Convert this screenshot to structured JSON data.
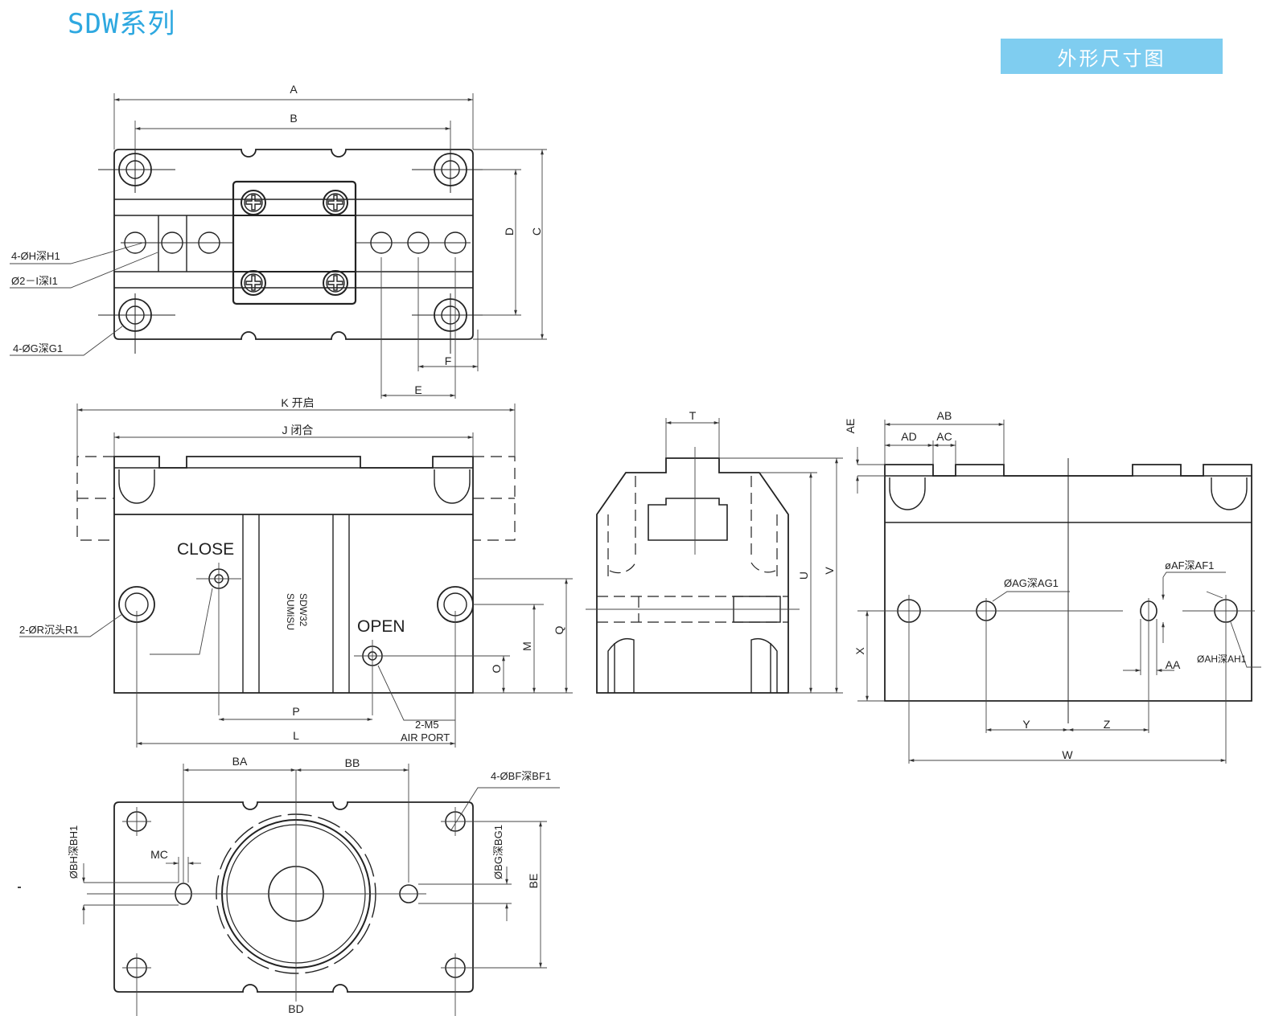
{
  "header": {
    "series": "SDW系列",
    "section": "外形尺寸图",
    "accent_color": "#2ea8e0",
    "banner_color": "#7fcdf0"
  },
  "top_view": {
    "dims": {
      "A": "A",
      "B": "B",
      "C": "C",
      "D": "D",
      "E": "E",
      "F": "F"
    },
    "callouts": {
      "h": "4-ØH深H1",
      "i": "Ø2－I深I1",
      "g": "4-ØG深G1"
    }
  },
  "front_view": {
    "dims": {
      "K": "K 开启",
      "J": "J 闭合",
      "P": "P",
      "L": "L",
      "M": "M",
      "Q": "Q",
      "O": "O"
    },
    "labels": {
      "close": "CLOSE",
      "open": "OPEN",
      "r": "2-ØR沉头R1",
      "port_1": "2-M5",
      "port_2": "AIR PORT",
      "engr_1": "SDW32",
      "engr_2": "SUMiSU"
    }
  },
  "side_view": {
    "dims": {
      "T": "T",
      "U": "U",
      "V": "V"
    },
    "t_color": "#2233cc"
  },
  "right_view": {
    "dims": {
      "AB": "AB",
      "AD": "AD",
      "AC": "AC",
      "AE": "AE",
      "X": "X",
      "Y": "Y",
      "Z": "Z",
      "W": "W",
      "AA": "AA"
    },
    "callouts": {
      "ag": "ØAG深AG1",
      "af": "øAF深AF1",
      "ah": "ØAH深AH1"
    }
  },
  "bottom_view": {
    "dims": {
      "BA": "BA",
      "BB": "BB",
      "BD": "BD",
      "BE": "BE",
      "MC": "MC"
    },
    "callouts": {
      "bf": "4-ØBF深BF1",
      "bh": "ØBH深BH1",
      "bg": "ØBG深BG1"
    }
  }
}
